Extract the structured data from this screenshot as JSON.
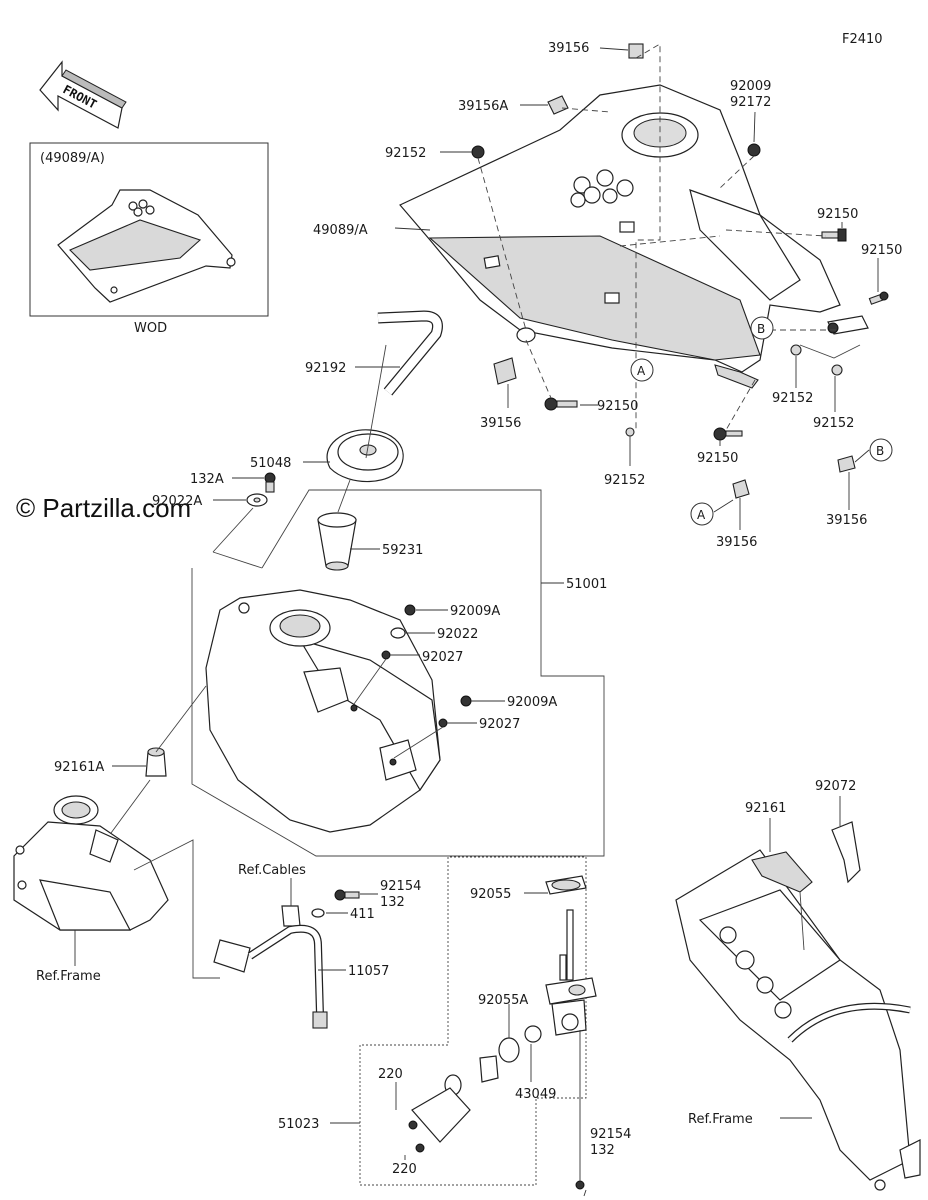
{
  "figure_code": "F2410",
  "watermark": "© Partzilla.com",
  "front_arrow_label": "FRONT",
  "inset": {
    "title": "(49089/A)",
    "caption": "WOD"
  },
  "callout_markers": {
    "a": "A",
    "b": "B"
  },
  "labels": {
    "p39156_top": "39156",
    "p39156A": "39156A",
    "p92009_92172": [
      "92009",
      "92172"
    ],
    "p92152_top": "92152",
    "p49089A": "49089/A",
    "p92150_r1": "92150",
    "p92150_r2": "92150",
    "p92192": "92192",
    "p92150_mid": "92150",
    "p39156_mid": "39156",
    "p92152_r1": "92152",
    "p92152_r2": "92152",
    "p51048": "51048",
    "p92150_low": "92150",
    "p92152_low": "92152",
    "p132A": "132A",
    "p92022A": "92022A",
    "p39156_A": "39156",
    "p39156_B": "39156",
    "p59231": "59231",
    "p51001": "51001",
    "p92009A_1": "92009A",
    "p92022": "92022",
    "p92027_1": "92027",
    "p92009A_2": "92009A",
    "p92027_2": "92027",
    "p92161A": "92161A",
    "p92072": "92072",
    "p92161": "92161",
    "ref_cables": "Ref.Cables",
    "p92154_132_a": [
      "92154",
      "132"
    ],
    "p411": "411",
    "ref_frame_left": "Ref.Frame",
    "p11057": "11057",
    "p92055": "92055",
    "p92055A": "92055A",
    "p220_a": "220",
    "p43049": "43049",
    "p51023": "51023",
    "p92154_132_b": [
      "92154",
      "132"
    ],
    "p220_b": "220",
    "ref_frame_right": "Ref.Frame"
  }
}
